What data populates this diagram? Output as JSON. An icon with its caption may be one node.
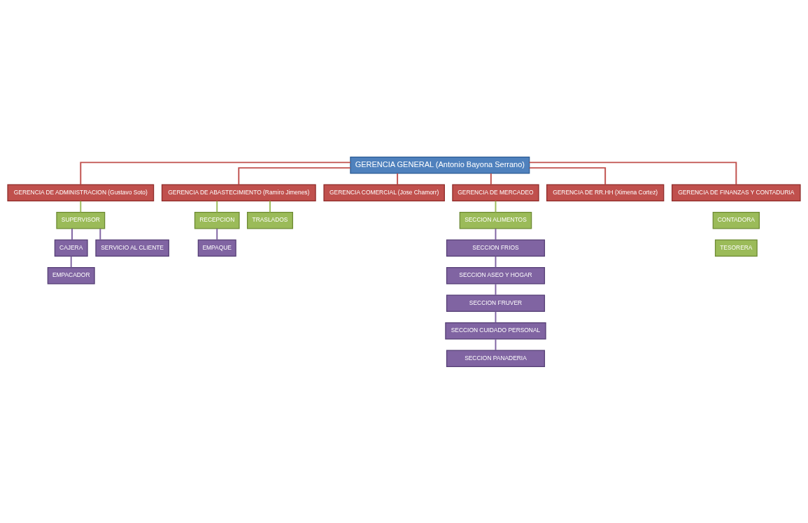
{
  "diagram": {
    "nodes": [
      {
        "text": [
          "GERENCIA GENERAL (Antonio Bayona Serrano)"
        ]
      },
      {
        "text": [
          "GERENCIA DE ADMINISTRACION (Gustavo Soto)"
        ]
      },
      {
        "text": [
          "GERENCIA DE ABASTECIMIENTO (Ramiro Jimenes)"
        ]
      },
      {
        "text": [
          "GERENCIA COMERCIAL (Jose Chamorr)"
        ]
      },
      {
        "text": [
          "GERENCIA DE MERCADEO"
        ]
      },
      {
        "text": [
          "GERENCIA DE RR.HH (Ximena Cortez)"
        ]
      },
      {
        "text": [
          "GERENCIA DE FINANZAS Y CONTADURIA"
        ]
      },
      {
        "text": [
          "SUPERVISOR"
        ]
      },
      {
        "text": [
          "CAJERA"
        ]
      },
      {
        "text": [
          "SERVICIO AL CLIENTE"
        ]
      },
      {
        "text": [
          "EMPACADOR"
        ]
      },
      {
        "text": [
          "RECEPCION"
        ]
      },
      {
        "text": [
          "TRASLADOS"
        ]
      },
      {
        "text": [
          "EMPAQUE"
        ]
      },
      {
        "text": [
          "SECCION ALIMENTOS"
        ]
      },
      {
        "text": [
          "SECCION FRIOS"
        ]
      },
      {
        "text": [
          "SECCION ASEO Y HOGAR"
        ]
      },
      {
        "text": [
          "SECCION FRUVER"
        ]
      },
      {
        "text": [
          "SECCION CUIDADO PERSONAL"
        ]
      },
      {
        "text": [
          "SECCION PANADERIA"
        ]
      },
      {
        "text": [
          "CONTADORA"
        ]
      },
      {
        "text": [
          "TESORERA"
        ]
      }
    ],
    "edges": [
      {
        "from": 0,
        "to": 1,
        "arrow": "none",
        "color": "#c0504d"
      },
      {
        "from": 0,
        "to": 2,
        "arrow": "none",
        "color": "#c0504d"
      },
      {
        "from": 0,
        "to": 3,
        "arrow": "none",
        "color": "#c0504d"
      },
      {
        "from": 0,
        "to": 4,
        "arrow": "none",
        "color": "#c0504d"
      },
      {
        "from": 0,
        "to": 5,
        "arrow": "none",
        "color": "#c0504d"
      },
      {
        "from": 0,
        "to": 6,
        "arrow": "none",
        "color": "#c0504d"
      },
      {
        "from": 1,
        "to": 7,
        "arrow": "none",
        "color": "#9bbb59"
      },
      {
        "from": 7,
        "to": 8,
        "arrow": "none"
      },
      {
        "from": 7,
        "to": 9,
        "arrow": "none"
      },
      {
        "from": 8,
        "to": 10,
        "arrow": "none"
      },
      {
        "from": 2,
        "to": 11,
        "arrow": "none",
        "color": "#9bbb59"
      },
      {
        "from": 2,
        "to": 12,
        "arrow": "none",
        "color": "#9bbb59"
      },
      {
        "from": 11,
        "to": 13,
        "arrow": "none"
      },
      {
        "from": 4,
        "to": 14,
        "arrow": "none",
        "color": "#9bbb59"
      },
      {
        "from": 14,
        "to": 15,
        "arrow": "none"
      },
      {
        "from": 15,
        "to": 16,
        "arrow": "none"
      },
      {
        "from": 16,
        "to": 17,
        "arrow": "none"
      },
      {
        "from": 17,
        "to": 18,
        "arrow": "none"
      },
      {
        "from": 18,
        "to": 19,
        "arrow": "none"
      }
    ]
  }
}
